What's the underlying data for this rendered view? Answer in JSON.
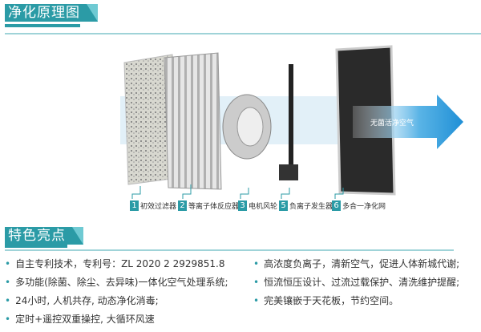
{
  "section1": {
    "title": "净化原理图"
  },
  "diagram": {
    "arrow_text": "无菌活净空气",
    "labels": [
      {
        "num": "1",
        "text": "初效过滤器"
      },
      {
        "num": "2",
        "text": "等离子体反应器"
      },
      {
        "num": "3",
        "text": "电机风轮"
      },
      {
        "num": "5",
        "text": "负离子发生器"
      },
      {
        "num": "6",
        "text": "多合一净化网"
      }
    ]
  },
  "section2": {
    "title": "特色亮点"
  },
  "features_left": [
    "自主专利技术，专利号：ZL 2020 2 2929851.8",
    "多功能(除菌、除尘、去异味)一体化空气处理系统;",
    "24小时, 人机共存, 动态净化消毒;",
    "定时+遥控双重操控, 大循环风速"
  ],
  "features_right": [
    "高浓度负离子，清新空气，促进人体新城代谢;",
    "恒流恒压设计、过流过载保护、清洗维护提醒;",
    "完美镶嵌于天花板，节约空间。"
  ],
  "colors": {
    "accent": "#2b9ba6",
    "rule": "#9fd3d8"
  }
}
